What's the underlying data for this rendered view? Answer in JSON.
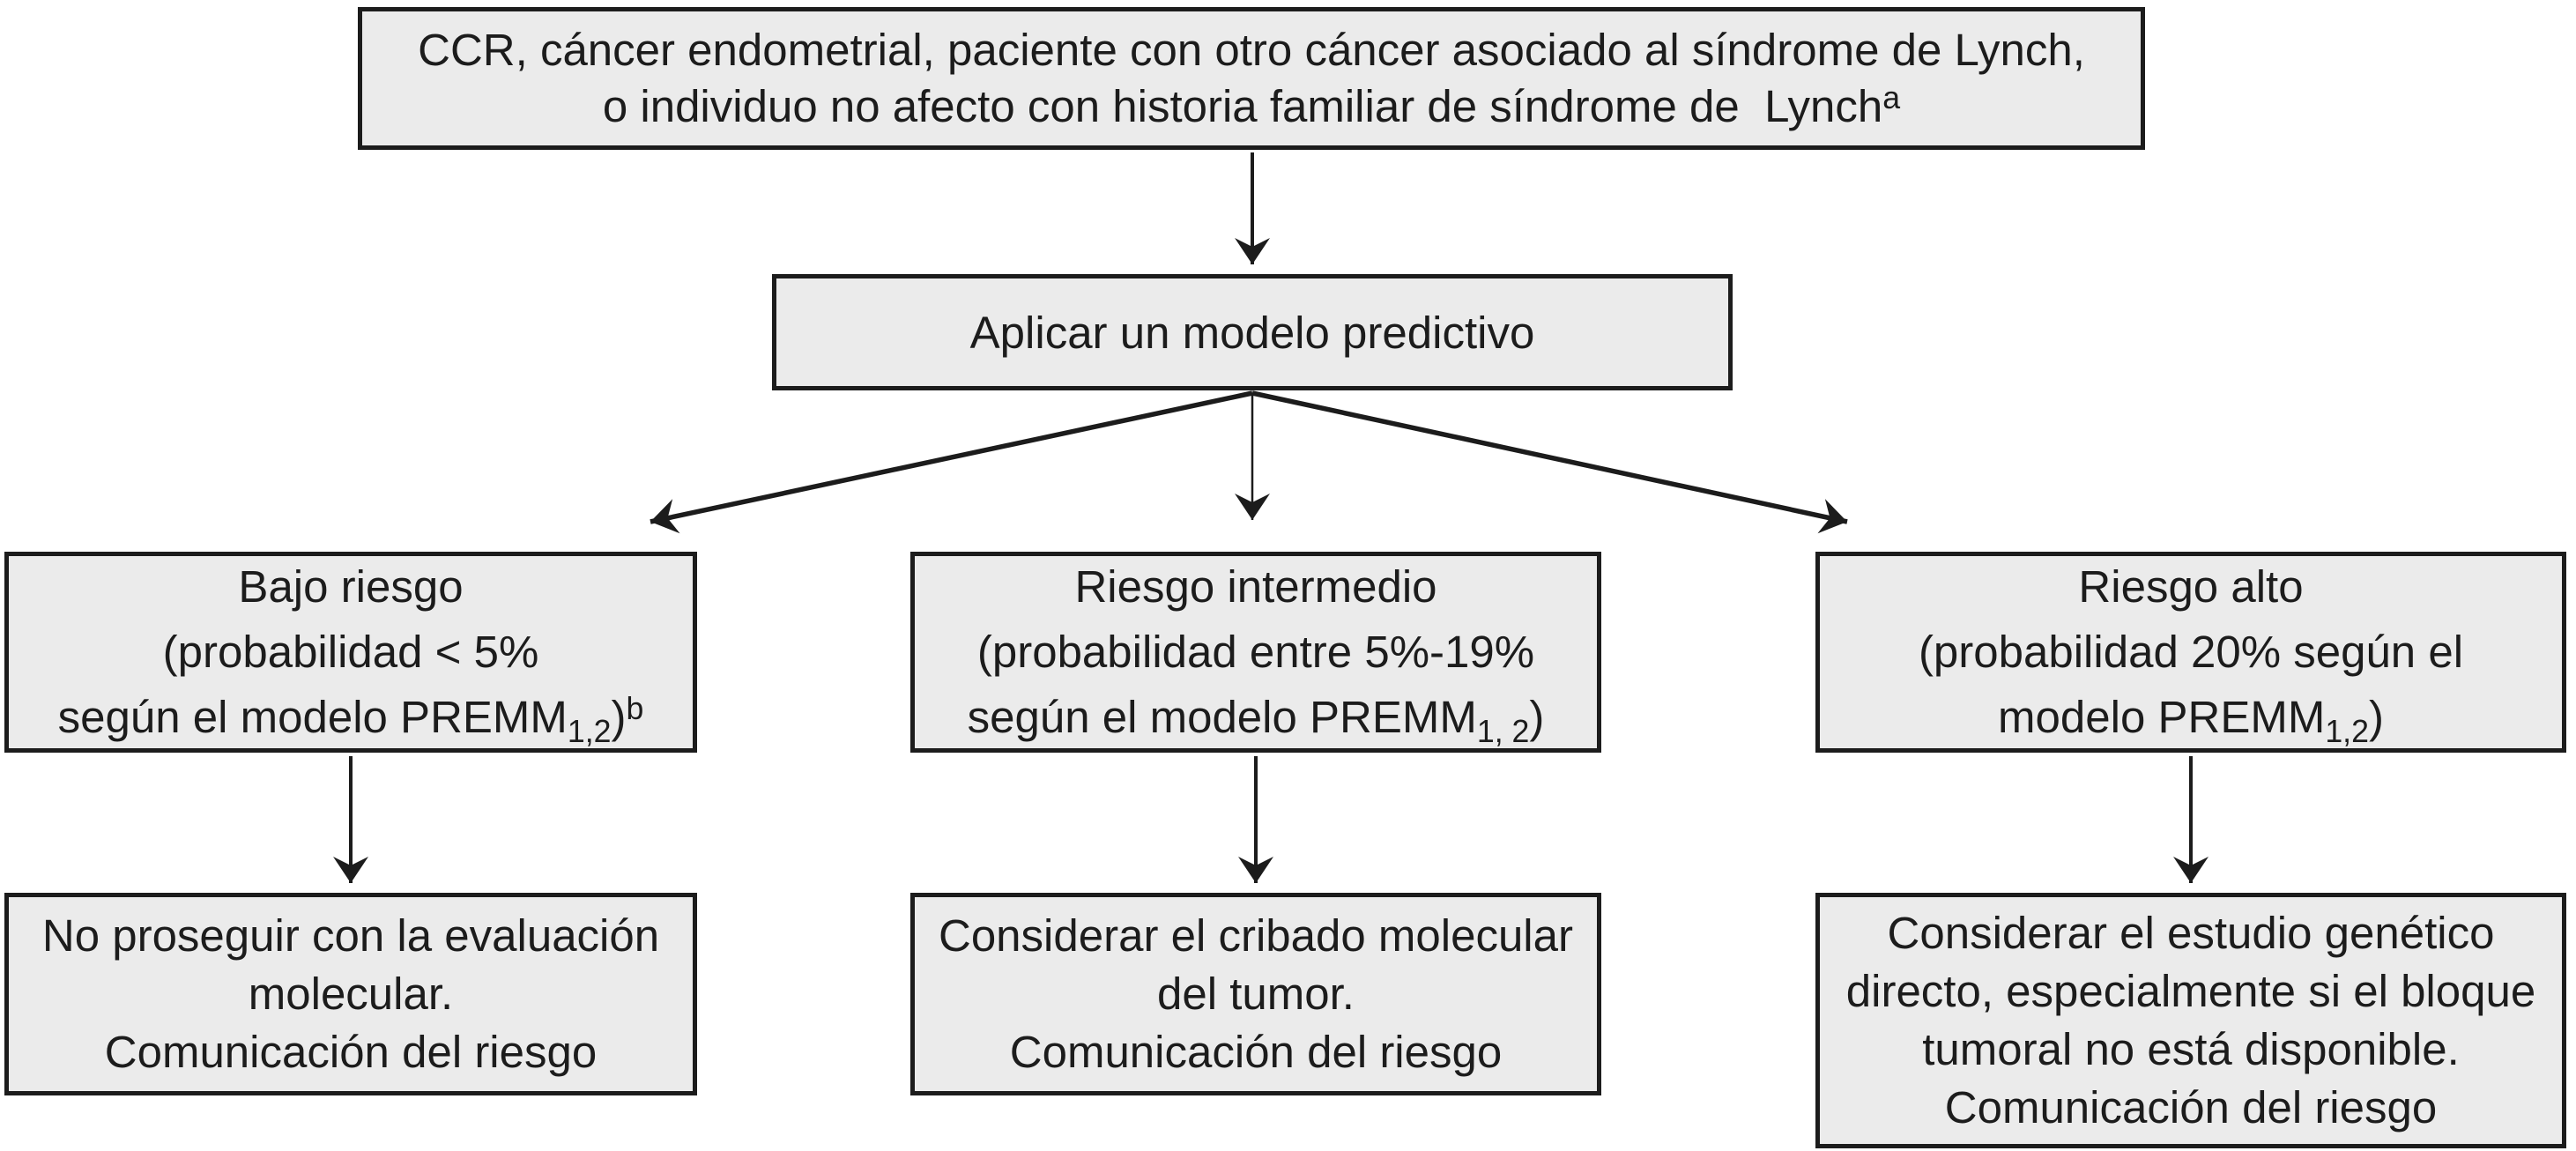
{
  "palette": {
    "background": "#ffffff",
    "box_fill": "#ebebeb",
    "box_border": "#1c1c1c",
    "arrow": "#1c1c1c"
  },
  "nodes": {
    "criteria": {
      "lines": [
        [
          {
            "t": "CCR, cáncer endometrial, paciente con otro cáncer asociado al síndrome de Lynch,"
          }
        ],
        [
          {
            "t": "o individuo no afecto con historia familiar de síndrome de  Lynch"
          },
          {
            "t": "a",
            "s": "sup"
          }
        ]
      ]
    },
    "model": {
      "lines": [
        [
          {
            "t": "Aplicar un modelo predictivo"
          }
        ]
      ]
    },
    "risk_low": {
      "lines": [
        [
          {
            "t": "Bajo riesgo"
          }
        ],
        [
          {
            "t": "(probabilidad < 5%"
          }
        ],
        [
          {
            "t": "según el modelo PREMM"
          },
          {
            "t": "1,2",
            "s": "sub"
          },
          {
            "t": ")"
          },
          {
            "t": "b",
            "s": "sup"
          }
        ]
      ]
    },
    "risk_intermediate": {
      "lines": [
        [
          {
            "t": "Riesgo intermedio"
          }
        ],
        [
          {
            "t": "(probabilidad entre 5%-19%"
          }
        ],
        [
          {
            "t": "según el modelo PREMM"
          },
          {
            "t": "1, 2",
            "s": "sub"
          },
          {
            "t": ")"
          }
        ]
      ]
    },
    "risk_high": {
      "lines": [
        [
          {
            "t": "Riesgo alto"
          }
        ],
        [
          {
            "t": "(probabilidad 20% según el"
          }
        ],
        [
          {
            "t": "modelo PREMM"
          },
          {
            "t": "1,2",
            "s": "sub"
          },
          {
            "t": ")"
          }
        ]
      ]
    },
    "action_low": {
      "lines": [
        [
          {
            "t": "No proseguir con la evaluación"
          }
        ],
        [
          {
            "t": "molecular."
          }
        ],
        [
          {
            "t": "Comunicación del riesgo"
          }
        ]
      ]
    },
    "action_intermediate": {
      "lines": [
        [
          {
            "t": "Considerar el cribado molecular"
          }
        ],
        [
          {
            "t": "del tumor."
          }
        ],
        [
          {
            "t": "Comunicación del riesgo"
          }
        ]
      ]
    },
    "action_high": {
      "lines": [
        [
          {
            "t": "Considerar el estudio genético"
          }
        ],
        [
          {
            "t": "directo, especialmente si el bloque"
          }
        ],
        [
          {
            "t": "tumoral no está disponible."
          }
        ],
        [
          {
            "t": "Comunicación del riesgo"
          }
        ]
      ]
    }
  }
}
